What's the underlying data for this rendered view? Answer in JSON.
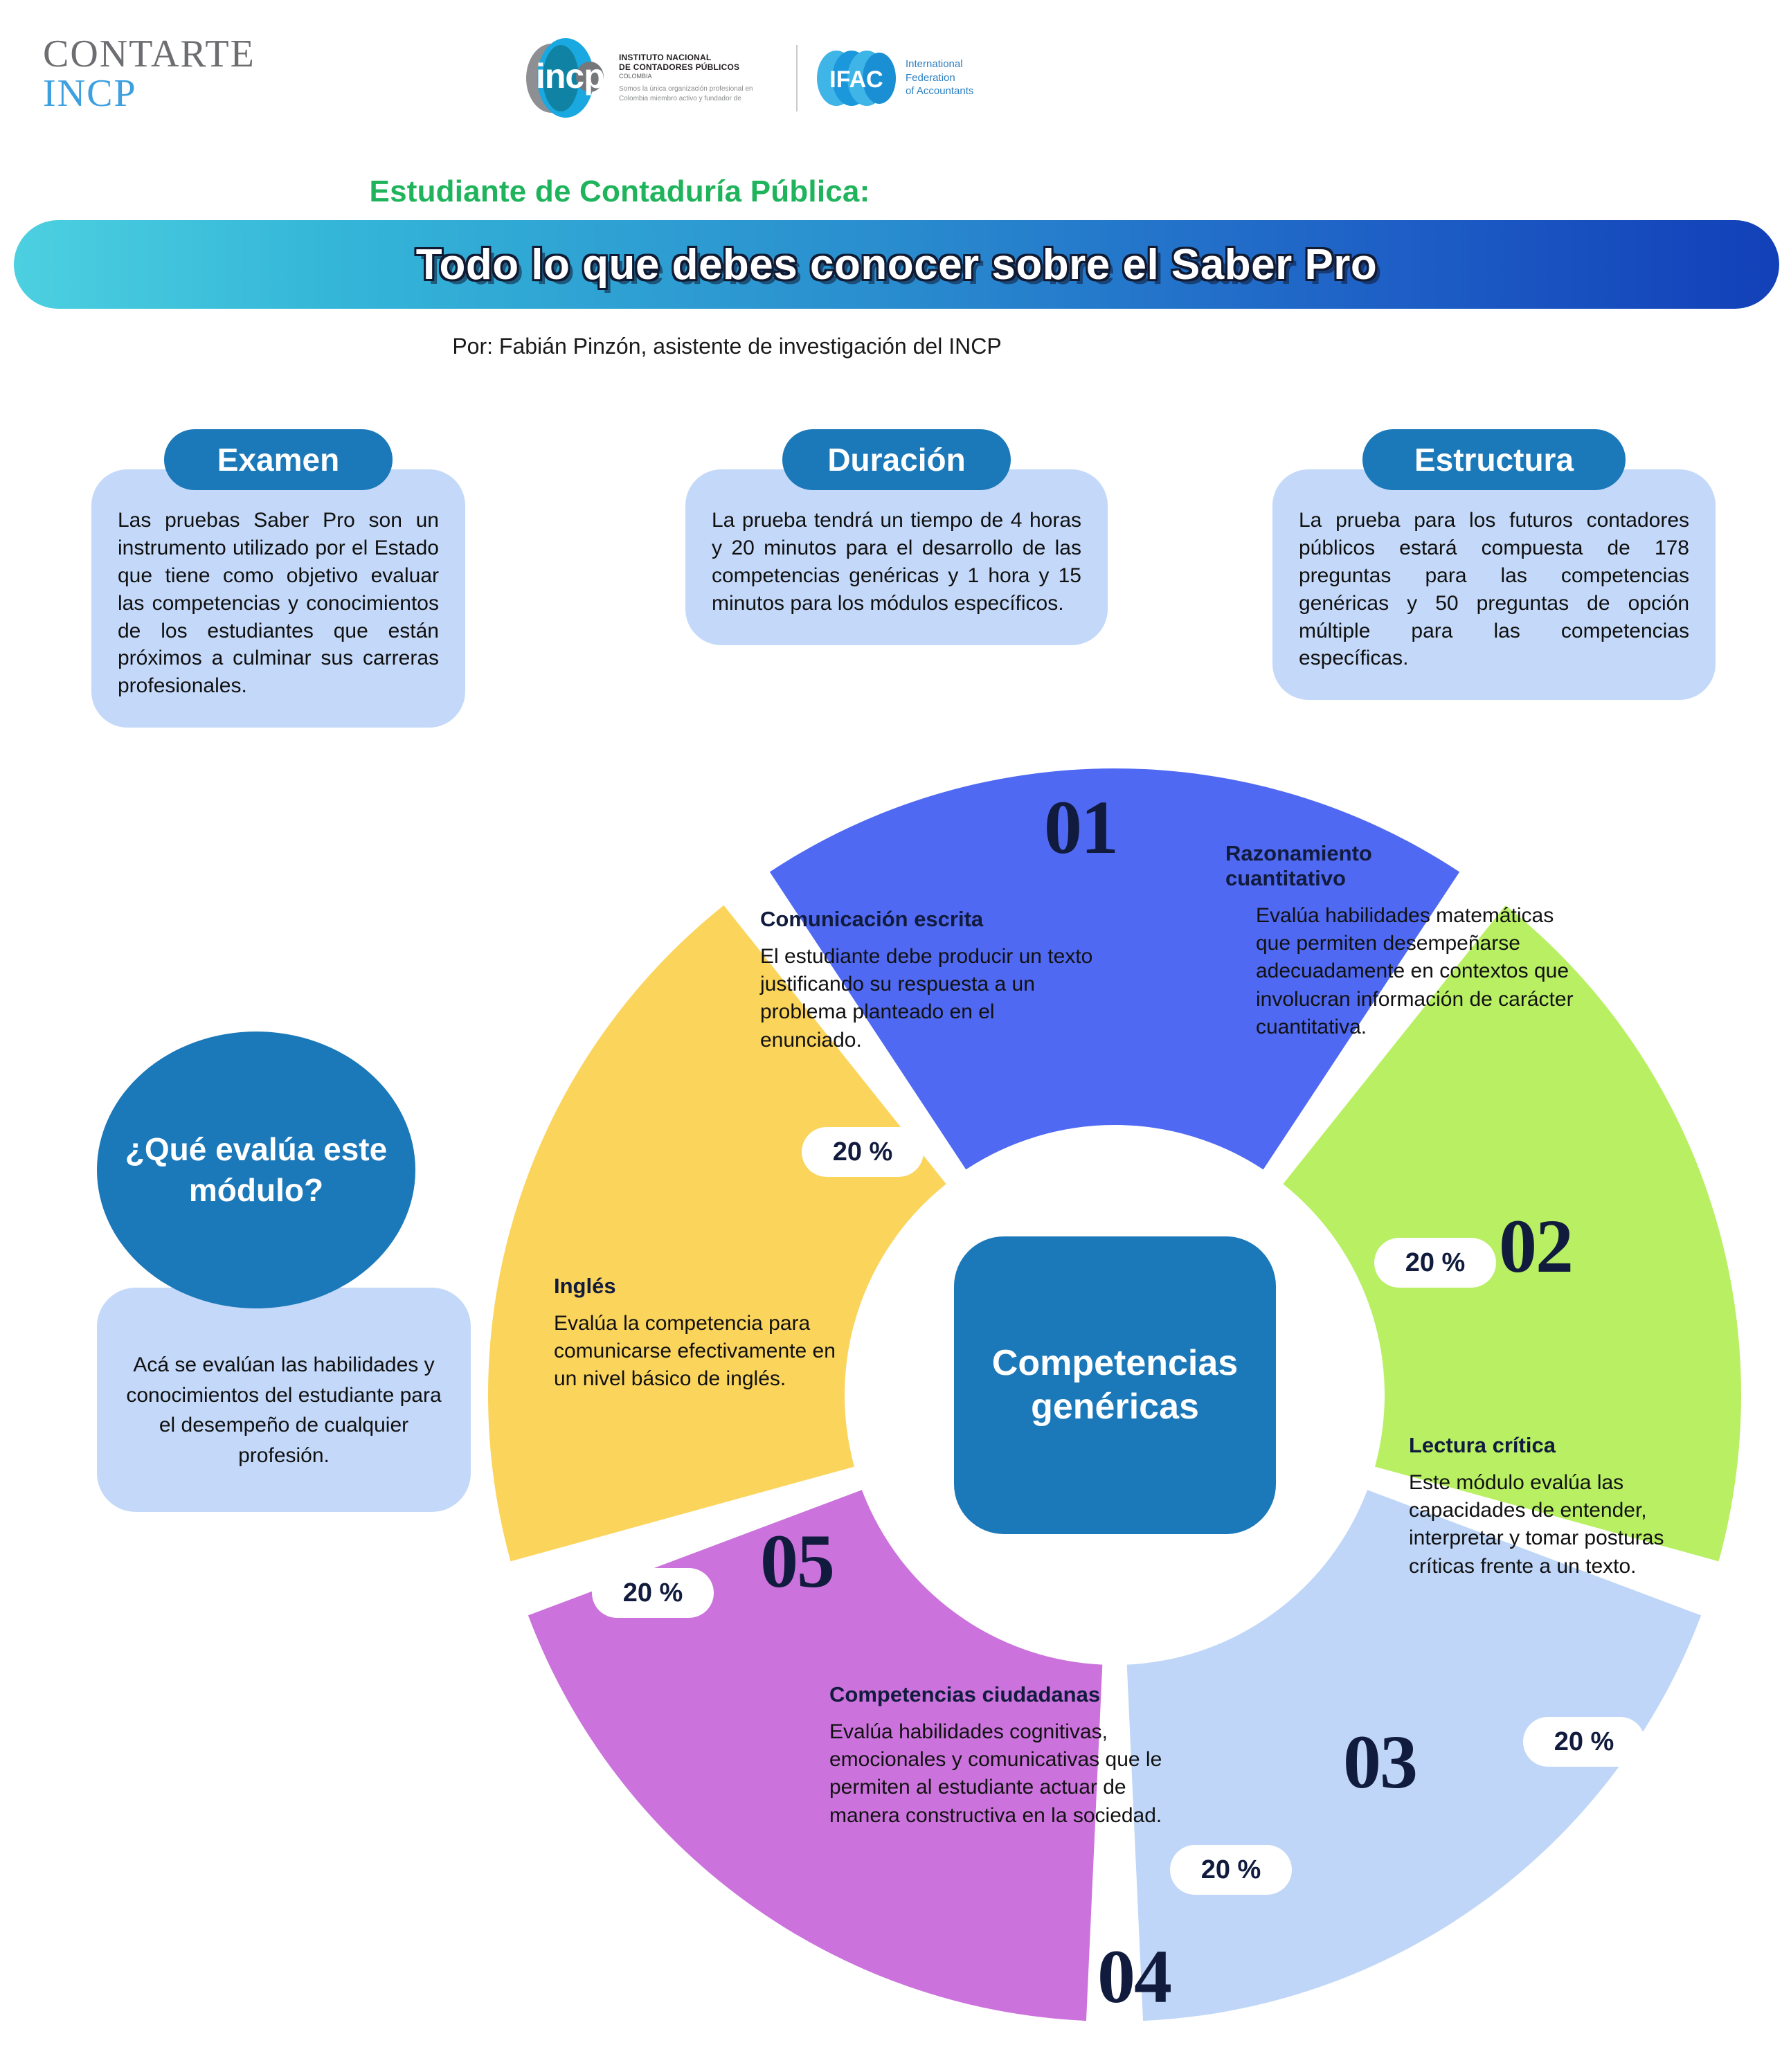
{
  "brand": {
    "line1": "CONTARTE",
    "line2": "INCP"
  },
  "logos": {
    "incp": {
      "wordmark": "incp",
      "line1": "INSTITUTO NACIONAL",
      "line2": "DE CONTADORES PÚBLICOS",
      "line3": "COLOMBIA",
      "tagline": "Somos la única organización profesional en Colombia miembro activo y fundador de"
    },
    "ifac": {
      "wordmark": "IFAC",
      "line1": "International",
      "line2": "Federation",
      "line3": "of Accountants"
    }
  },
  "header": {
    "kicker": "Estudiante de Contaduría Pública:",
    "title": "Todo lo que debes conocer sobre el Saber Pro",
    "byline": "Por: Fabián Pinzón, asistente de investigación del INCP"
  },
  "info_cards": [
    {
      "label": "Examen",
      "text": "Las pruebas Saber Pro son un instrumento utilizado por el Estado que tiene como objetivo evaluar las competencias y conocimientos de los estudiantes que están próximos a culminar sus carreras profesionales."
    },
    {
      "label": "Duración",
      "text": "La prueba tendrá un tiempo de 4 horas y 20 minutos para el desarrollo de las competencias genéricas y 1 hora y 15 minutos para los módulos específicos."
    },
    {
      "label": "Estructura",
      "text": "La prueba para los futuros contadores públicos estará compuesta de 178 preguntas para las competencias genéricas y 50 preguntas de opción múltiple para las competencias específicas."
    }
  ],
  "question_panel": {
    "question": "¿Qué evalúa este módulo?",
    "answer": "Acá se evalúan las habilidades y conocimientos del estudiante para el desempeño de cualquier profesión."
  },
  "chart_data": {
    "type": "pie",
    "title": "Competencias genéricas",
    "center_label": "Competencias genéricas",
    "categories": [
      "Comunicación escrita",
      "Razonamiento cuantitativo",
      "Lectura crítica",
      "Competencias ciudadanas",
      "Inglés"
    ],
    "values": [
      20,
      20,
      20,
      20,
      20
    ],
    "value_labels": [
      "20 %",
      "20 %",
      "20 %",
      "20 %",
      "20 %"
    ],
    "unit": "%",
    "legend": "none",
    "grid": false,
    "colors": [
      "#5069f2",
      "#b8ef63",
      "#bfd6f8",
      "#cb72dc",
      "#fbd45c"
    ],
    "hub_color": "#1b78b9",
    "slices": [
      {
        "index": "01",
        "title": "Comunicación escrita",
        "body": "El estudiante debe producir un texto justificando su respuesta a un problema planteado en el enunciado.",
        "percent": "20 %",
        "value": 20,
        "color": "#5069f2"
      },
      {
        "index": "02",
        "title": "Razonamiento cuantitativo",
        "body": "Evalúa habilidades matemáticas que permiten desempeñarse adecuadamente en contextos que involucran información de carácter cuantitativa.",
        "percent": "20 %",
        "value": 20,
        "color": "#b8ef63"
      },
      {
        "index": "03",
        "title": "Lectura crítica",
        "body": "Este módulo evalúa las capacidades de entender, interpretar y tomar posturas críticas frente a un texto.",
        "percent": "20 %",
        "value": 20,
        "color": "#bfd6f8"
      },
      {
        "index": "04",
        "title": "Competencias ciudadanas",
        "body": "Evalúa habilidades cognitivas, emocionales y comunicativas que le permiten al estudiante actuar de manera constructiva en la sociedad.",
        "percent": "20 %",
        "value": 20,
        "color": "#cb72dc"
      },
      {
        "index": "05",
        "title": "Inglés",
        "body": "Evalúa la competencia para comunicarse efectivamente en un nivel básico de inglés.",
        "percent": "20 %",
        "value": 20,
        "color": "#fbd45c"
      }
    ]
  }
}
